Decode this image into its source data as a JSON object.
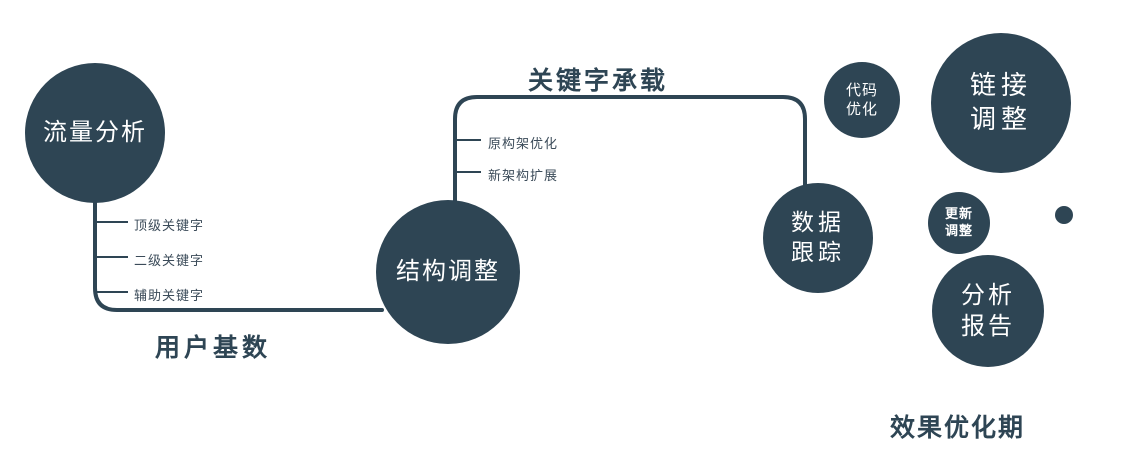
{
  "diagram": {
    "colors": {
      "node_fill": "#2e4554",
      "node_text": "#ffffff",
      "connector": "#2e4554",
      "label_text": "#2e4554",
      "background": "#ffffff"
    },
    "nodes": {
      "traffic_analysis": {
        "label": "流量分析"
      },
      "structure_adjustment": {
        "label": "结构调整"
      },
      "data_tracking": {
        "lines": [
          "数据",
          "跟踪"
        ]
      },
      "code_optimization": {
        "lines": [
          "代码",
          "优化"
        ]
      },
      "link_adjustment": {
        "lines": [
          "链接",
          "调整"
        ]
      },
      "update_adjustment": {
        "lines": [
          "更新",
          "调整"
        ]
      },
      "analysis_report": {
        "lines": [
          "分析",
          "报告"
        ]
      }
    },
    "edge_labels": {
      "user_base": "用户基数",
      "keyword_carrying": "关键字承载"
    },
    "branches": {
      "traffic": [
        "顶级关键字",
        "二级关键字",
        "辅助关键字"
      ],
      "structure": [
        "原构架优化",
        "新架构扩展"
      ]
    },
    "footer": "效果优化期"
  }
}
